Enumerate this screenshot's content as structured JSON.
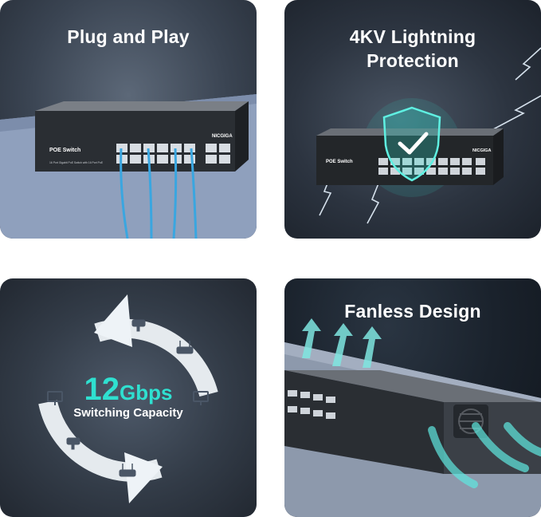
{
  "tiles": {
    "plug": {
      "title": "Plug and Play",
      "device_label": "POE Switch",
      "brand": "NICGIGA",
      "model_caption": "16 Port Gigabit PoE Switch with 16 Port PoE"
    },
    "lightning": {
      "title_line1": "4KV Lightning",
      "title_line2": "Protection",
      "device_label": "POE Switch",
      "brand": "NICGIGA",
      "shield_icon": "shield-check-icon"
    },
    "capacity": {
      "value": "12",
      "unit": "Gbps",
      "subtitle": "Switching Capacity",
      "icons": [
        "camera-icon",
        "router-icon",
        "monitor-icon",
        "monitor-icon",
        "camera-icon",
        "router-icon"
      ]
    },
    "fanless": {
      "title": "Fanless Design",
      "vent_icon": "fan-vent-icon"
    }
  },
  "colors": {
    "accent": "#2fe0d0",
    "cable": "#3aa6e0",
    "arrow": "#bfeef0",
    "tile_bg": "#2c3440"
  }
}
